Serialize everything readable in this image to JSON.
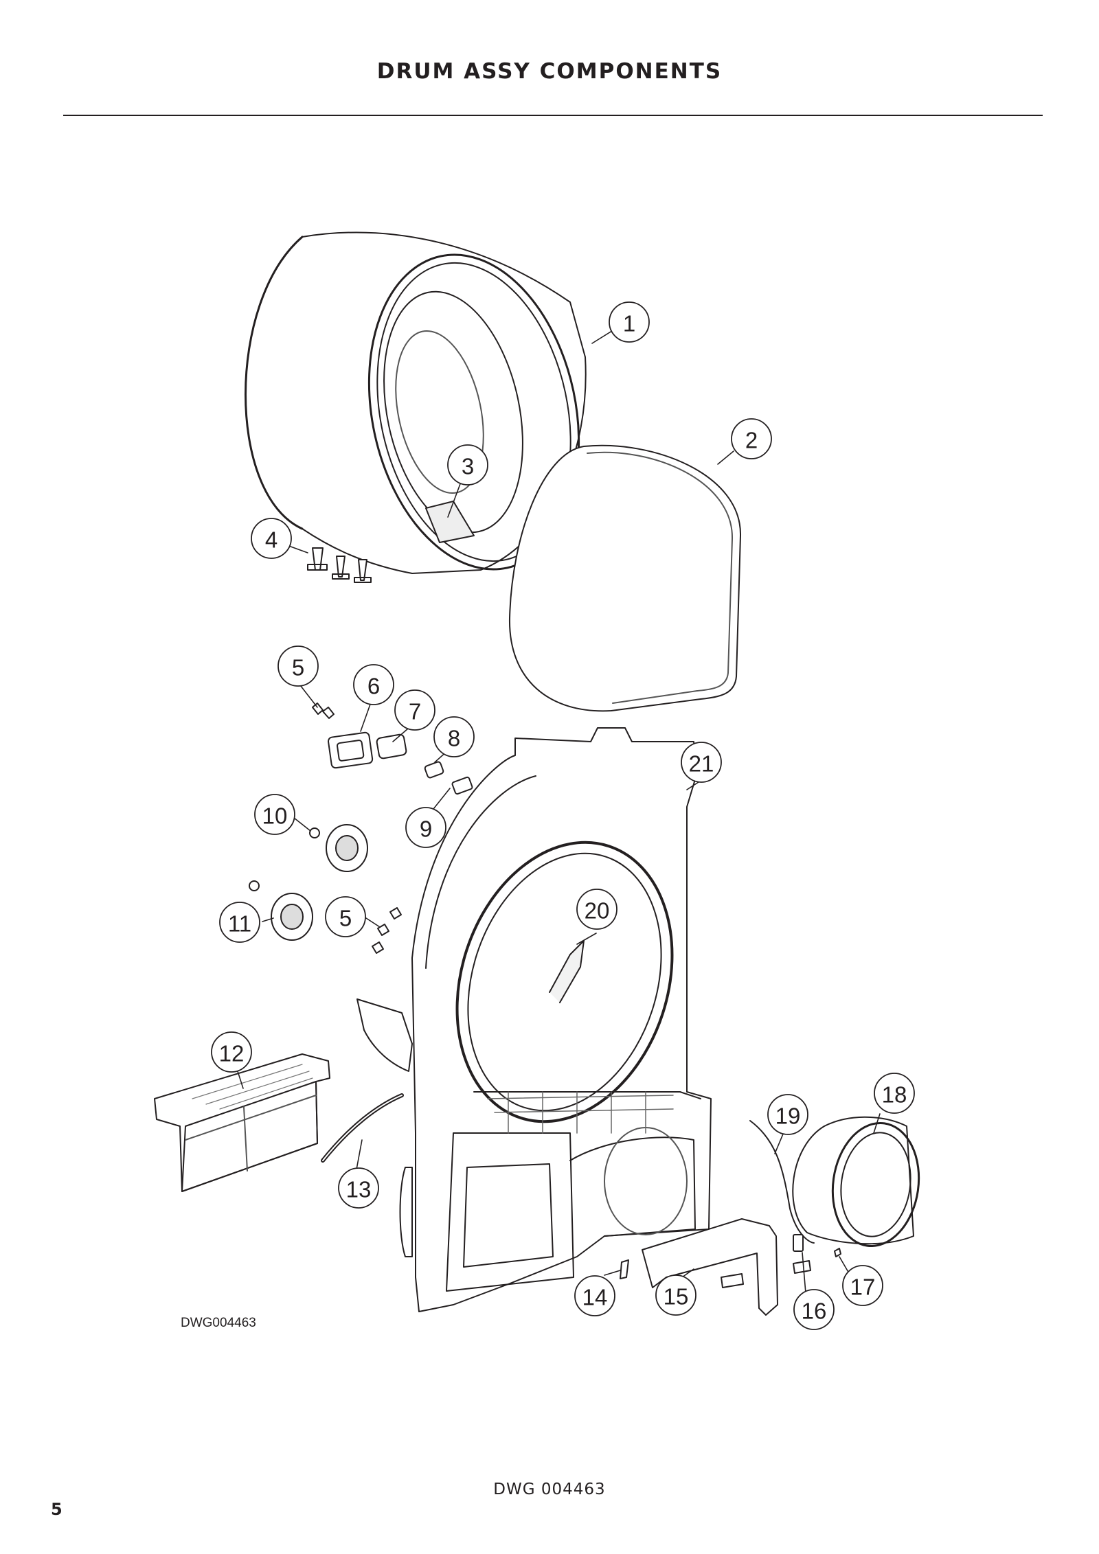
{
  "header": {
    "title": "DRUM ASSY COMPONENTS"
  },
  "drawing": {
    "code": "DWG004463",
    "callouts": [
      "1",
      "2",
      "3",
      "4",
      "5",
      "6",
      "7",
      "8",
      "9",
      "10",
      "11",
      "5",
      "12",
      "13",
      "14",
      "15",
      "16",
      "17",
      "18",
      "19",
      "20",
      "21"
    ]
  },
  "footer": {
    "drawing_number": "DWG 004463",
    "page_number": "5"
  }
}
